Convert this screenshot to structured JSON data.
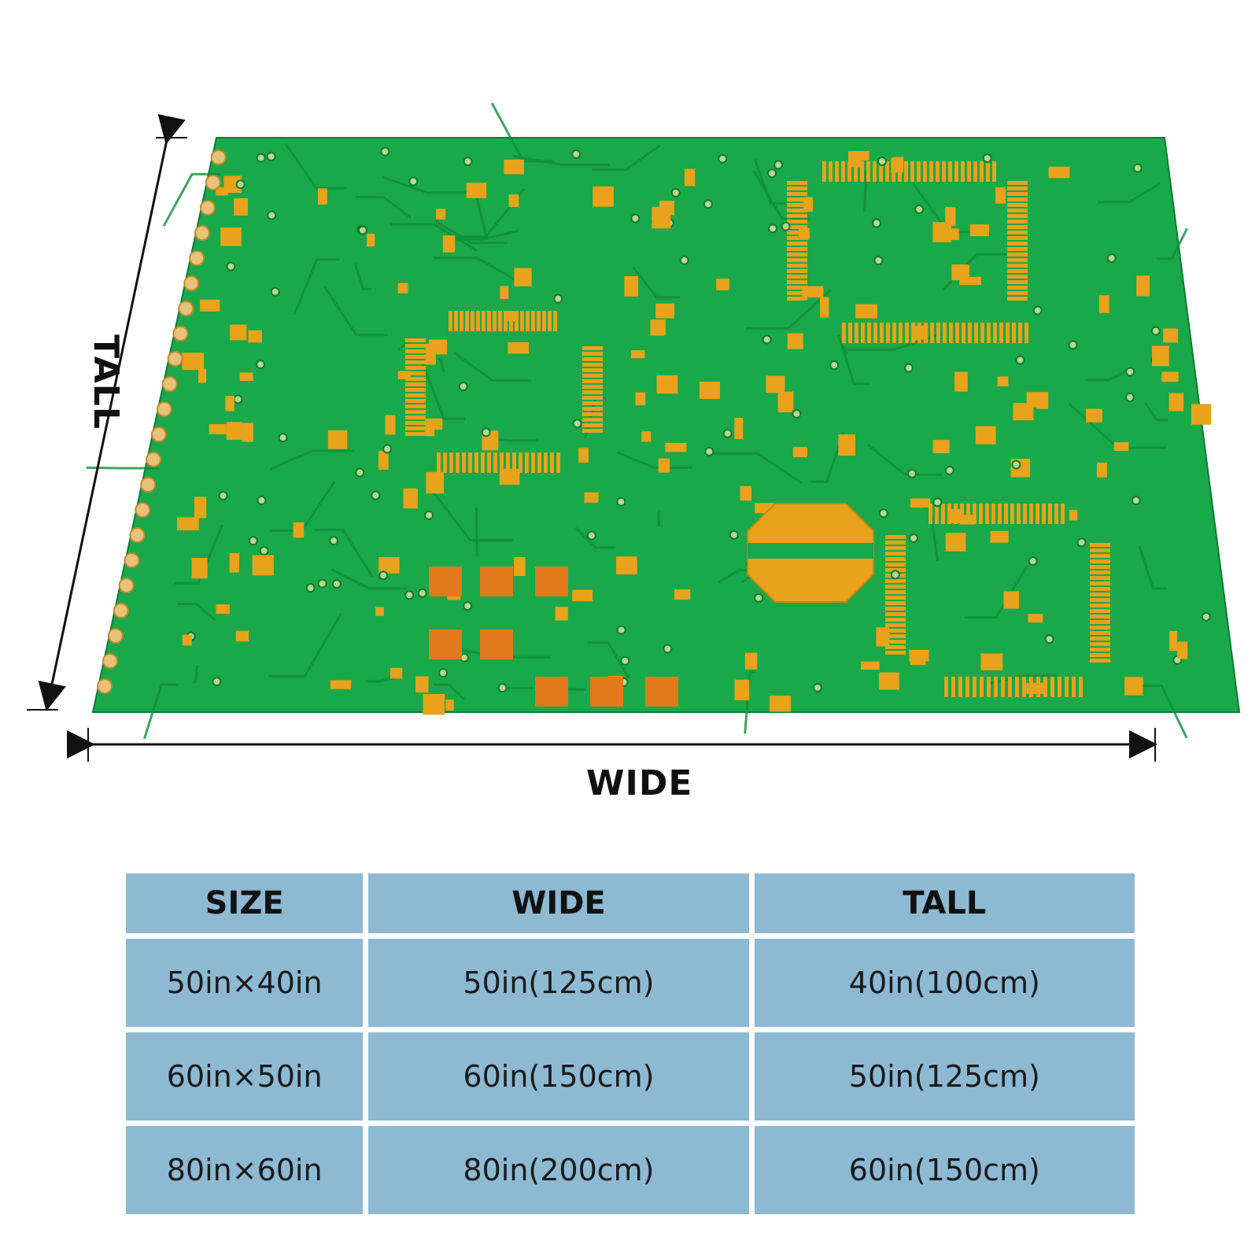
{
  "diagram": {
    "wide_label": "WIDE",
    "tall_label": "TALL",
    "board_color": "#19a84a",
    "pad_color": "#e8a21c",
    "arrow_color": "#111111"
  },
  "size_table": {
    "headers": [
      "SIZE",
      "WIDE",
      "TALL"
    ],
    "rows": [
      [
        "50in×40in",
        "50in(125cm)",
        "40in(100cm)"
      ],
      [
        "60in×50in",
        "60in(150cm)",
        "50in(125cm)"
      ],
      [
        "80in×60in",
        "80in(200cm)",
        "60in(150cm)"
      ]
    ],
    "cell_color": "#8db9d3"
  }
}
